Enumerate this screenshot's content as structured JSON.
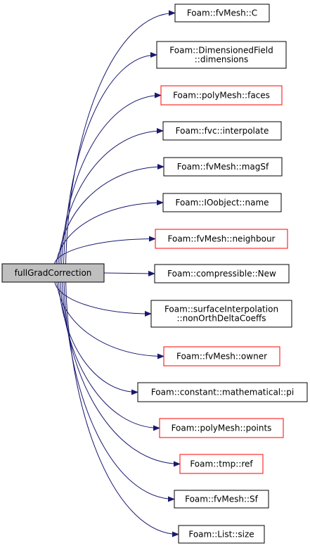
{
  "graph": {
    "root": {
      "label": "fullGradCorrection",
      "fill": "#bfbfbf",
      "stroke": "#000000"
    },
    "edge_color": "#191970",
    "colors": {
      "documented": "#000000",
      "undocumented": "#ff0000"
    },
    "callees": [
      {
        "lines": [
          "Foam::fvMesh::C"
        ],
        "status": "documented"
      },
      {
        "lines": [
          "Foam::DimensionedField",
          "::dimensions"
        ],
        "status": "documented"
      },
      {
        "lines": [
          "Foam::polyMesh::faces"
        ],
        "status": "undocumented"
      },
      {
        "lines": [
          "Foam::fvc::interpolate"
        ],
        "status": "documented"
      },
      {
        "lines": [
          "Foam::fvMesh::magSf"
        ],
        "status": "documented"
      },
      {
        "lines": [
          "Foam::IOobject::name"
        ],
        "status": "documented"
      },
      {
        "lines": [
          "Foam::fvMesh::neighbour"
        ],
        "status": "undocumented"
      },
      {
        "lines": [
          "Foam::compressible::New"
        ],
        "status": "documented"
      },
      {
        "lines": [
          "Foam::surfaceInterpolation",
          "::nonOrthDeltaCoeffs"
        ],
        "status": "documented"
      },
      {
        "lines": [
          "Foam::fvMesh::owner"
        ],
        "status": "undocumented"
      },
      {
        "lines": [
          "Foam::constant::mathematical::pi"
        ],
        "status": "documented"
      },
      {
        "lines": [
          "Foam::polyMesh::points"
        ],
        "status": "undocumented"
      },
      {
        "lines": [
          "Foam::tmp::ref"
        ],
        "status": "undocumented"
      },
      {
        "lines": [
          "Foam::fvMesh::Sf"
        ],
        "status": "documented"
      },
      {
        "lines": [
          "Foam::List::size"
        ],
        "status": "documented"
      }
    ]
  }
}
